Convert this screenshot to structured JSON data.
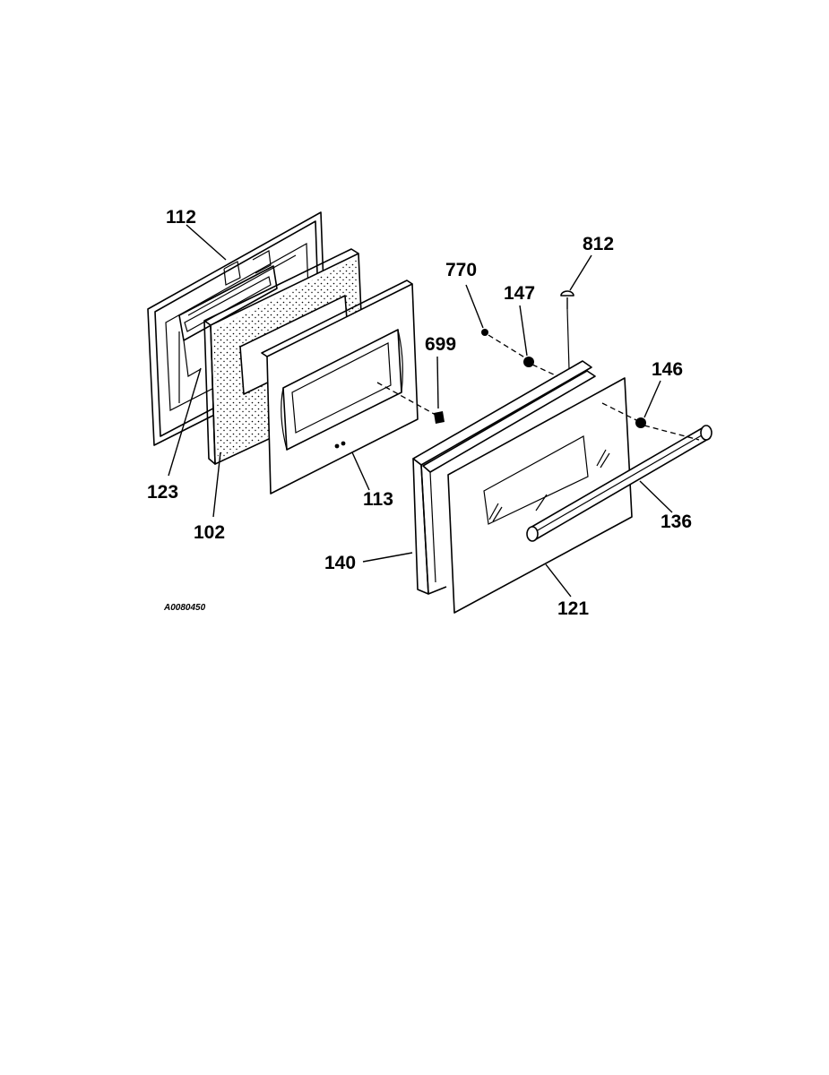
{
  "labels": {
    "p112": "112",
    "p123": "123",
    "p102": "102",
    "p113": "113",
    "p699": "699",
    "p770": "770",
    "p147": "147",
    "p812": "812",
    "p146": "146",
    "p136": "136",
    "p140": "140",
    "p121": "121"
  },
  "ref_code": "A0080450",
  "colors": {
    "ink": "#000000",
    "paper": "#ffffff"
  }
}
